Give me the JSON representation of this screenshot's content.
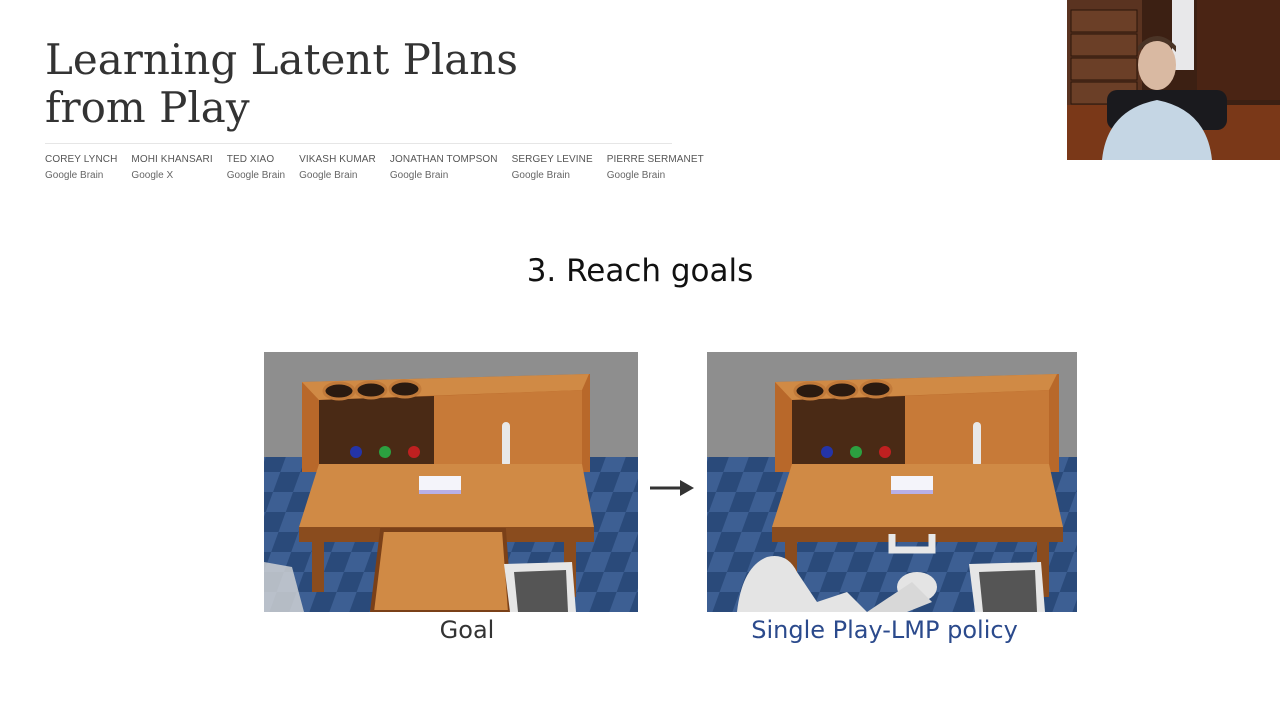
{
  "paper": {
    "title_line1": "Learning Latent Plans",
    "title_line2": "from Play",
    "authors": [
      {
        "name": "COREY LYNCH",
        "affiliation": "Google Brain"
      },
      {
        "name": "MOHI KHANSARI",
        "affiliation": "Google X"
      },
      {
        "name": "TED XIAO",
        "affiliation": "Google Brain"
      },
      {
        "name": "VIKASH KUMAR",
        "affiliation": "Google Brain"
      },
      {
        "name": "JONATHAN TOMPSON",
        "affiliation": "Google Brain"
      },
      {
        "name": "SERGEY LEVINE",
        "affiliation": "Google Brain"
      },
      {
        "name": "PIERRE SERMANET",
        "affiliation": "Google Brain"
      }
    ]
  },
  "slide": {
    "heading": "3. Reach goals",
    "left_caption": "Goal",
    "right_caption": "Single Play-LMP policy"
  },
  "colors": {
    "caption_blue": "#2b4a8c",
    "wood": "#c87a35",
    "floor": "#2a4a7a"
  }
}
